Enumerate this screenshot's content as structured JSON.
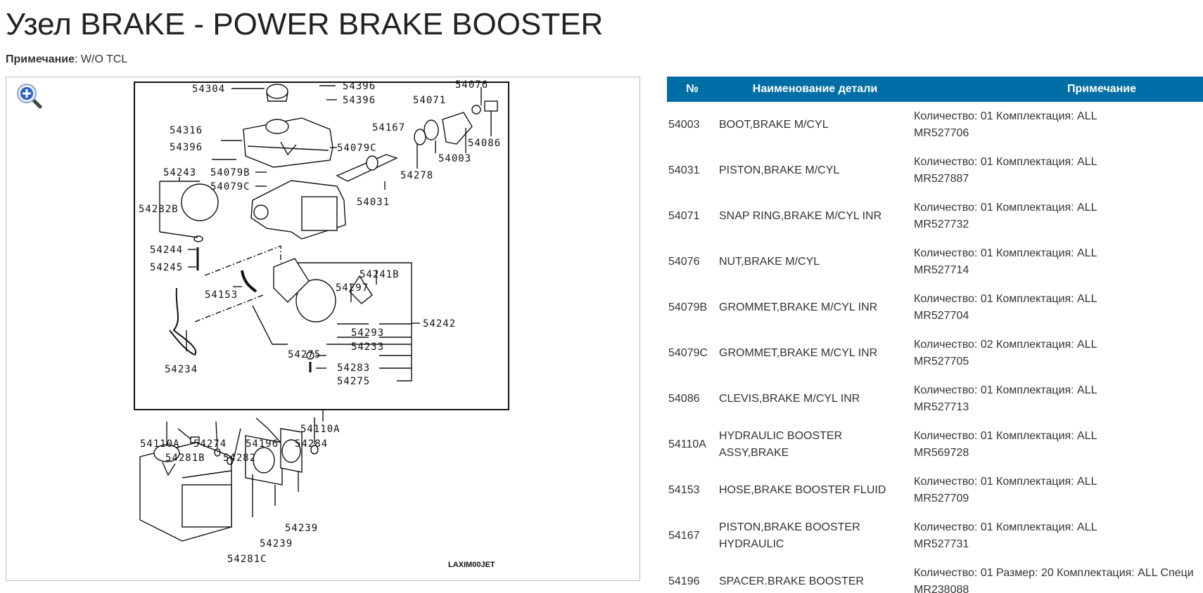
{
  "page": {
    "title": "Узел BRAKE - POWER BRAKE BOOSTER",
    "note_label": "Примечание",
    "note_value": ": W/O TCL"
  },
  "diagram": {
    "zoom_icon": "zoom-in-magnifier-icon",
    "watermark": "LAXIM00JET",
    "callouts": {
      "c54304": "54304",
      "c54396a": "54396",
      "c54396b": "54396",
      "c54076": "54076",
      "c54071": "54071",
      "c54316": "54316",
      "c54167": "54167",
      "c54086": "54086",
      "c54396c": "54396",
      "c54079Ca": "54079C",
      "c54003": "54003",
      "c54278": "54278",
      "c54243": "54243",
      "c54079B": "54079B",
      "c54079Cb": "54079C",
      "c54031": "54031",
      "c54282B": "54282B",
      "c54244": "54244",
      "c54245": "54245",
      "c54241B": "54241B",
      "c54297": "54297",
      "c54153": "54153",
      "c54242": "54242",
      "c54293": "54293",
      "c54233": "54233",
      "c54275a": "54275",
      "c54283": "54283",
      "c54275b": "54275",
      "c54234": "54234",
      "c54110Aa": "54110A",
      "c54110Ab": "54110A",
      "c54274": "54274",
      "c54196": "54196",
      "c54284": "54284",
      "c54281B": "54281B",
      "c54282": "54282",
      "c54239a": "54239",
      "c54239b": "54239",
      "c54281C": "54281C"
    }
  },
  "table": {
    "headers": {
      "num": "№",
      "name": "Наименование детали",
      "note": "Примечание"
    },
    "rows": [
      {
        "num": "54003",
        "name": "BOOT,BRAKE M/CYL",
        "note": "Количество: 01 Комплектация: ALL",
        "part": "MR527706"
      },
      {
        "num": "54031",
        "name": "PISTON,BRAKE M/CYL",
        "note": "Количество: 01 Комплектация: ALL",
        "part": "MR527887"
      },
      {
        "num": "54071",
        "name": "SNAP RING,BRAKE M/CYL INR",
        "note": "Количество: 01 Комплектация: ALL",
        "part": "MR527732"
      },
      {
        "num": "54076",
        "name": "NUT,BRAKE M/CYL",
        "note": "Количество: 01 Комплектация: ALL",
        "part": "MR527714"
      },
      {
        "num": "54079B",
        "name": "GROMMET,BRAKE M/CYL INR",
        "note": "Количество: 01 Комплектация: ALL",
        "part": "MR527704"
      },
      {
        "num": "54079C",
        "name": "GROMMET,BRAKE M/CYL INR",
        "note": "Количество: 02 Комплектация: ALL",
        "part": "MR527705"
      },
      {
        "num": "54086",
        "name": "CLEVIS,BRAKE M/CYL INR",
        "note": "Количество: 01 Комплектация: ALL",
        "part": "MR527713"
      },
      {
        "num": "54110A",
        "name": "HYDRAULIC BOOSTER ASSY,BRAKE",
        "note": "Количество: 01 Комплектация: ALL",
        "part": "MR569728"
      },
      {
        "num": "54153",
        "name": "HOSE,BRAKE BOOSTER FLUID",
        "note": "Количество: 01 Комплектация: ALL",
        "part": "MR527709"
      },
      {
        "num": "54167",
        "name": "PISTON,BRAKE BOOSTER HYDRAULIC",
        "note": "Количество: 01 Комплектация: ALL",
        "part": "MR527731"
      },
      {
        "num": "54196",
        "name": "SPACER.BRAKE BOOSTER",
        "note": "Количество: 01 Размер: 20 Комплектация: ALL Специ",
        "part": "MR238088"
      }
    ]
  }
}
